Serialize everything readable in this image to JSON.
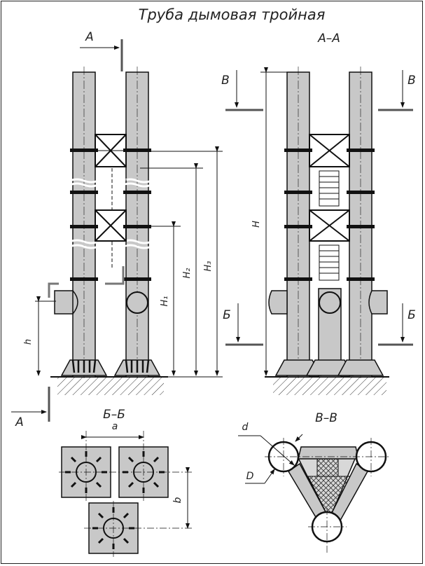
{
  "title": "Труба дымовая тройная",
  "section_labels": {
    "aa": "А–А",
    "bb": "Б–Б",
    "vv": "В–В"
  },
  "cut_marks": {
    "a": "А",
    "b": "Б",
    "v": "В"
  },
  "dimensions": {
    "h": "h",
    "h1": "H₁",
    "h2": "H₂",
    "h3": "H₃",
    "H": "H",
    "a": "a",
    "b": "b",
    "d": "d",
    "D": "D"
  }
}
